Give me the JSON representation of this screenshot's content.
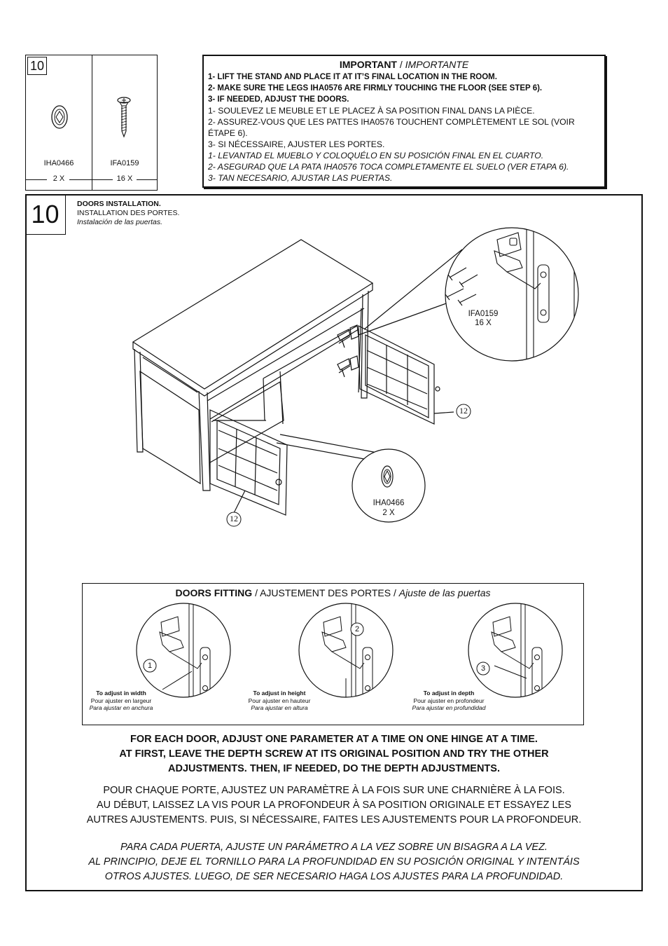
{
  "parts": {
    "step": "10",
    "items": [
      {
        "code": "IHA0466",
        "qty": "2 X"
      },
      {
        "code": "IFA0159",
        "qty": "16 X"
      }
    ]
  },
  "important": {
    "title": "IMPORTANT",
    "title_sep": " / ",
    "title_alt": "IMPORTANTE",
    "en": [
      "1- LIFT THE STAND AND PLACE IT AT IT’S FINAL LOCATION IN THE ROOM.",
      "2- MAKE SURE THE LEGS IHA0576 ARE FIRMLY TOUCHING THE FLOOR (SEE STEP 6).",
      "3- IF NEEDED, ADJUST THE DOORS."
    ],
    "fr": [
      "1- SOULEVEZ LE MEUBLE ET LE PLACEZ À SA POSITION FINAL DANS LA PIÈCE.",
      "2- ASSUREZ-VOUS QUE LES PATTES IHA0576 TOUCHENT COMPLÈTEMENT LE SOL (VOIR ÉTAPE 6).",
      "3- SI NÉCESSAIRE, AJUSTER LES PORTES."
    ],
    "es": [
      "1- LEVANTAD EL MUEBLO Y COLOQUÉLO EN SU POSICIÓN FINAL EN EL CUARTO.",
      "2- ASEGURAD QUE LA PATA IHA0576 TOCA COMPLETAMENTE EL SUELO (VER ETAPA 6).",
      "3- TAN NECESARIO, AJUSTAR LAS PUERTAS."
    ]
  },
  "step": {
    "number": "10",
    "title_en": "DOORS INSTALLATION.",
    "title_fr": "INSTALLATION DES PORTES.",
    "title_es": "Instalación de las puertas."
  },
  "diagram": {
    "callout_screw_code": "IFA0159",
    "callout_screw_qty": "16 X",
    "callout_cam_code": "IHA0466",
    "callout_cam_qty": "2 X",
    "door_label": "12"
  },
  "fitting": {
    "title_en": "DOORS FITTING",
    "title_sep1": " / ",
    "title_fr": "AJUSTEMENT DES PORTES",
    "title_sep2": " / ",
    "title_es": "Ajuste de las puertas",
    "steps": [
      {
        "num": "1",
        "en": "To adjust in width",
        "fr": "Pour ajuster en largeur",
        "es": "Para ajustar en anchura"
      },
      {
        "num": "2",
        "en": "To adjust in height",
        "fr": "Pour ajuster en hauteur",
        "es": "Para ajustar en altura"
      },
      {
        "num": "3",
        "en": "To adjust in depth",
        "fr": "Pour ajuster en profondeur",
        "es": "Para ajustar en profundidad"
      }
    ]
  },
  "notes": {
    "en": [
      "FOR EACH DOOR, ADJUST ONE PARAMETER AT A TIME ON ONE HINGE AT A TIME.",
      "AT FIRST, LEAVE THE DEPTH SCREW AT ITS ORIGINAL POSITION AND TRY THE OTHER",
      "ADJUSTMENTS. THEN, IF NEEDED, DO THE DEPTH ADJUSTMENTS."
    ],
    "fr": [
      "POUR CHAQUE PORTE, AJUSTEZ UN PARAMÈTRE À LA FOIS SUR UNE CHARNIÈRE À LA FOIS.",
      "AU DÉBUT, LAISSEZ LA VIS POUR LA PROFONDEUR À SA POSITION ORIGINALE ET ESSAYEZ LES",
      "AUTRES AJUSTEMENTS. PUIS, SI NÉCESSAIRE, FAITES LES AJUSTEMENTS POUR LA PROFONDEUR."
    ],
    "es": [
      "PARA CADA PUERTA, AJUSTE UN PARÁMETRO A LA VEZ SOBRE UN BISAGRA A LA VEZ.",
      "AL PRINCIPIO, DEJE EL TORNILLO PARA LA PROFUNDIDAD EN SU POSICIÓN ORIGINAL Y INTENTÁIS",
      "OTROS AJUSTES. LUEGO, DE SER NECESARIO HAGA LOS AJUSTES PARA LA PROFUNDIDAD."
    ]
  }
}
